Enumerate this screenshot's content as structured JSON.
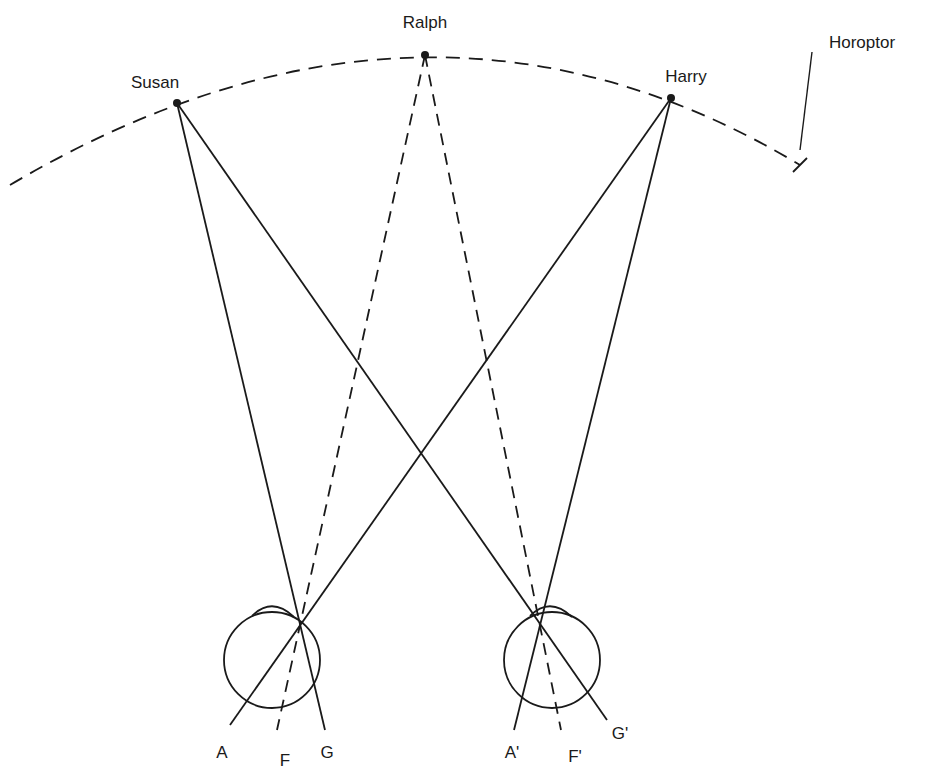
{
  "diagram": {
    "labels": [
      "Susan",
      "Ralph",
      "Harry",
      "Horoptor",
      "A",
      "F",
      "G",
      "A'",
      "F'",
      "G'"
    ]
  }
}
